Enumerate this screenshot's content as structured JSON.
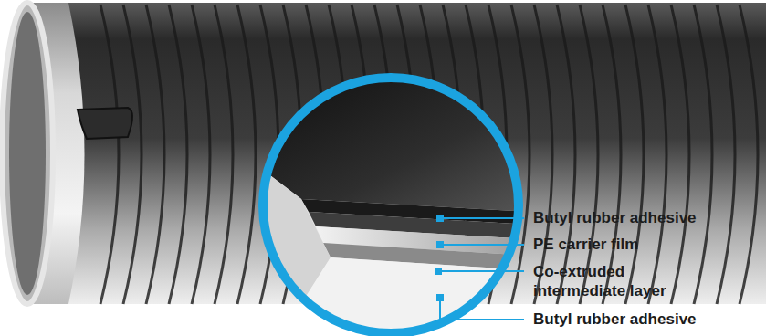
{
  "diagram": {
    "labels": [
      "Butyl rubber adhesive",
      "PE carrier film",
      "Co-extruded intermediate layer",
      "Butyl rubber adhesive"
    ]
  }
}
